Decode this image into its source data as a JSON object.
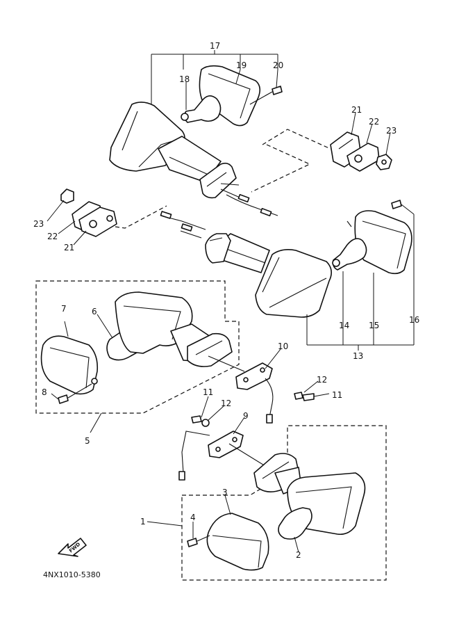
{
  "diagram": {
    "part_code": "4NX1010-5380",
    "fwd_label": "FWD",
    "callouts": {
      "c1": "1",
      "c2": "2",
      "c3": "3",
      "c4": "4",
      "c5": "5",
      "c6": "6",
      "c7": "7",
      "c8": "8",
      "c9": "9",
      "c10": "10",
      "c11a": "11",
      "c11b": "11",
      "c12a": "12",
      "c12b": "12",
      "c13": "13",
      "c14": "14",
      "c15": "15",
      "c16": "16",
      "c17": "17",
      "c18": "18",
      "c19": "19",
      "c20": "20",
      "c21a": "21",
      "c21b": "21",
      "c22a": "22",
      "c22b": "22",
      "c23a": "23",
      "c23b": "23"
    }
  },
  "colors": {
    "ink": "#111111",
    "paper": "#ffffff"
  }
}
